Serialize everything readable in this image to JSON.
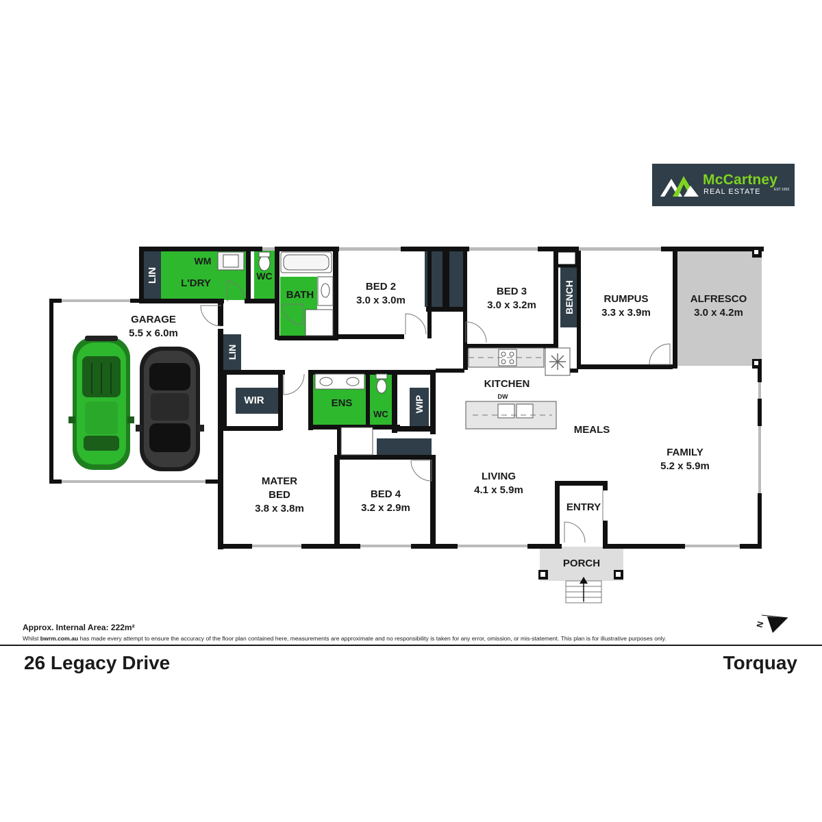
{
  "brand": {
    "name": "McCartney",
    "tagline": "REAL ESTATE",
    "est": "EST 1953",
    "colors": {
      "panel": "#2f3e48",
      "accent": "#7ed321"
    }
  },
  "rooms": {
    "lin_laundry": "LIN",
    "wm": "WM",
    "laundry": "L'DRY",
    "wc1": "WC",
    "bath": "BATH",
    "bed2": {
      "name": "BED 2",
      "size": "3.0 x 3.0m"
    },
    "bed3": {
      "name": "BED 3",
      "size": "3.0 x 3.2m"
    },
    "bench": "BENCH",
    "rumpus": {
      "name": "RUMPUS",
      "size": "3.3 x 3.9m"
    },
    "alfresco": {
      "name": "ALFRESCO",
      "size": "3.0 x 4.2m"
    },
    "garage": {
      "name": "GARAGE",
      "size": "5.5 x 6.0m"
    },
    "lin_hall": "LIN",
    "wir": "WIR",
    "ens": "ENS",
    "wc2": "WC",
    "wip": "WIP",
    "kitchen": "KITCHEN",
    "dw": "DW",
    "meals": "MEALS",
    "family": {
      "name": "FAMILY",
      "size": "5.2 x 5.9m"
    },
    "master": {
      "line1": "MATER",
      "line2": "BED",
      "size": "3.8 x 3.8m"
    },
    "bed4": {
      "name": "BED 4",
      "size": "3.2 x 2.9m"
    },
    "living": {
      "name": "LIVING",
      "size": "4.1 x 5.9m"
    },
    "entry": "ENTRY",
    "porch": "PORCH"
  },
  "colors": {
    "wet_area": "#2eb82e",
    "dark_fill": "#2f3e48",
    "alfresco": "#c9c9c9",
    "porch": "#dedede",
    "wall": "#111111"
  },
  "footer": {
    "area_label": "Approx. Internal Area: 222m²",
    "disclaimer_lead": "Whilst ",
    "disclaimer_site": "bwrm.com.au",
    "disclaimer_rest": " has made every attempt to ensure the accuracy of the floor plan contained here, measurements are approximate and no responsibility is taken for any error, omission, or mis-statement. This plan is for illustrative purposes only.",
    "address": "26 Legacy Drive",
    "suburb": "Torquay"
  },
  "compass": {
    "label": "N"
  }
}
